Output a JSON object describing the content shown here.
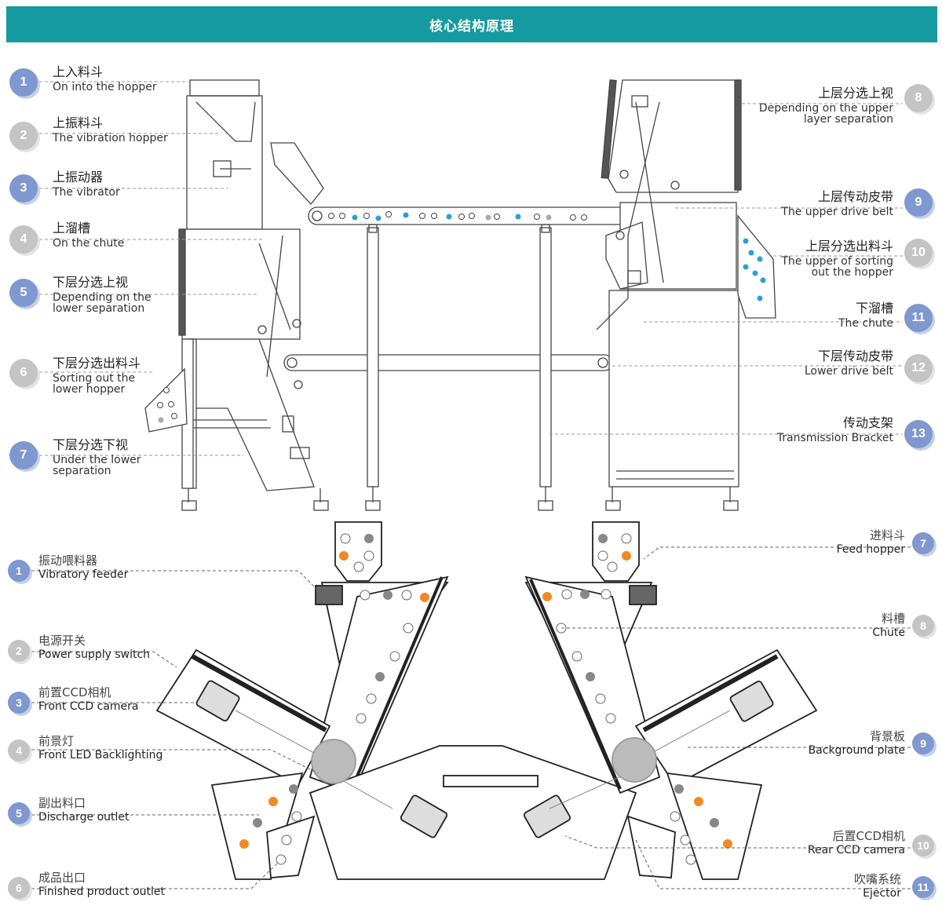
{
  "header": {
    "title": "核心结构原理"
  },
  "colors": {
    "header": "#149aa0",
    "badge_blue": "#7f98cf",
    "badge_grey": "#c4c4c4",
    "particle_blue": "#2e9fd8",
    "particle_orange": "#f08a24"
  },
  "upper_diagram": {
    "left_labels": [
      {
        "num": "1",
        "cn": "上入料斗",
        "en": "On into the hopper"
      },
      {
        "num": "2",
        "cn": "上振料斗",
        "en": "The vibration hopper"
      },
      {
        "num": "3",
        "cn": "上振动器",
        "en": "The vibrator"
      },
      {
        "num": "4",
        "cn": "上溜槽",
        "en": "On the chute"
      },
      {
        "num": "5",
        "cn": "下层分选上视",
        "en": "Depending on the lower separation"
      },
      {
        "num": "6",
        "cn": "下层分选出料斗",
        "en": "Sorting out the lower hopper"
      },
      {
        "num": "7",
        "cn": "下层分选下视",
        "en": "Under the lower separation"
      }
    ],
    "right_labels": [
      {
        "num": "8",
        "cn": "上层分选上视",
        "en": "Depending on the upper layer separation"
      },
      {
        "num": "9",
        "cn": "上层传动皮带",
        "en": "The upper drive belt"
      },
      {
        "num": "10",
        "cn": "上层分选出料斗",
        "en": "The upper of sorting out the hopper"
      },
      {
        "num": "11",
        "cn": "下溜槽",
        "en": "The chute"
      },
      {
        "num": "12",
        "cn": "下层传动皮带",
        "en": "Lower drive belt"
      },
      {
        "num": "13",
        "cn": "传动支架",
        "en": "Transmission Bracket"
      }
    ]
  },
  "lower_diagram": {
    "left_labels": [
      {
        "num": "1",
        "cn": "振动喂料器",
        "en": "Vibratory feeder"
      },
      {
        "num": "2",
        "cn": "电源开关",
        "en": "Power supply switch"
      },
      {
        "num": "3",
        "cn": "前置CCD相机",
        "en": "Front CCD camera"
      },
      {
        "num": "4",
        "cn": "前景灯",
        "en": "Front LED Backlighting"
      },
      {
        "num": "5",
        "cn": "副出料口",
        "en": "Discharge outlet"
      },
      {
        "num": "6",
        "cn": "成品出口",
        "en": "Finished product outlet"
      }
    ],
    "right_labels": [
      {
        "num": "7",
        "cn": "进料斗",
        "en": "Feed hopper"
      },
      {
        "num": "8",
        "cn": "料槽",
        "en": "Chute"
      },
      {
        "num": "9",
        "cn": "背景板",
        "en": "Background plate"
      },
      {
        "num": "10",
        "cn": "后置CCD相机",
        "en": "Rear CCD camera"
      },
      {
        "num": "11",
        "cn": "吹嘴系统",
        "en": "Ejector"
      }
    ]
  }
}
